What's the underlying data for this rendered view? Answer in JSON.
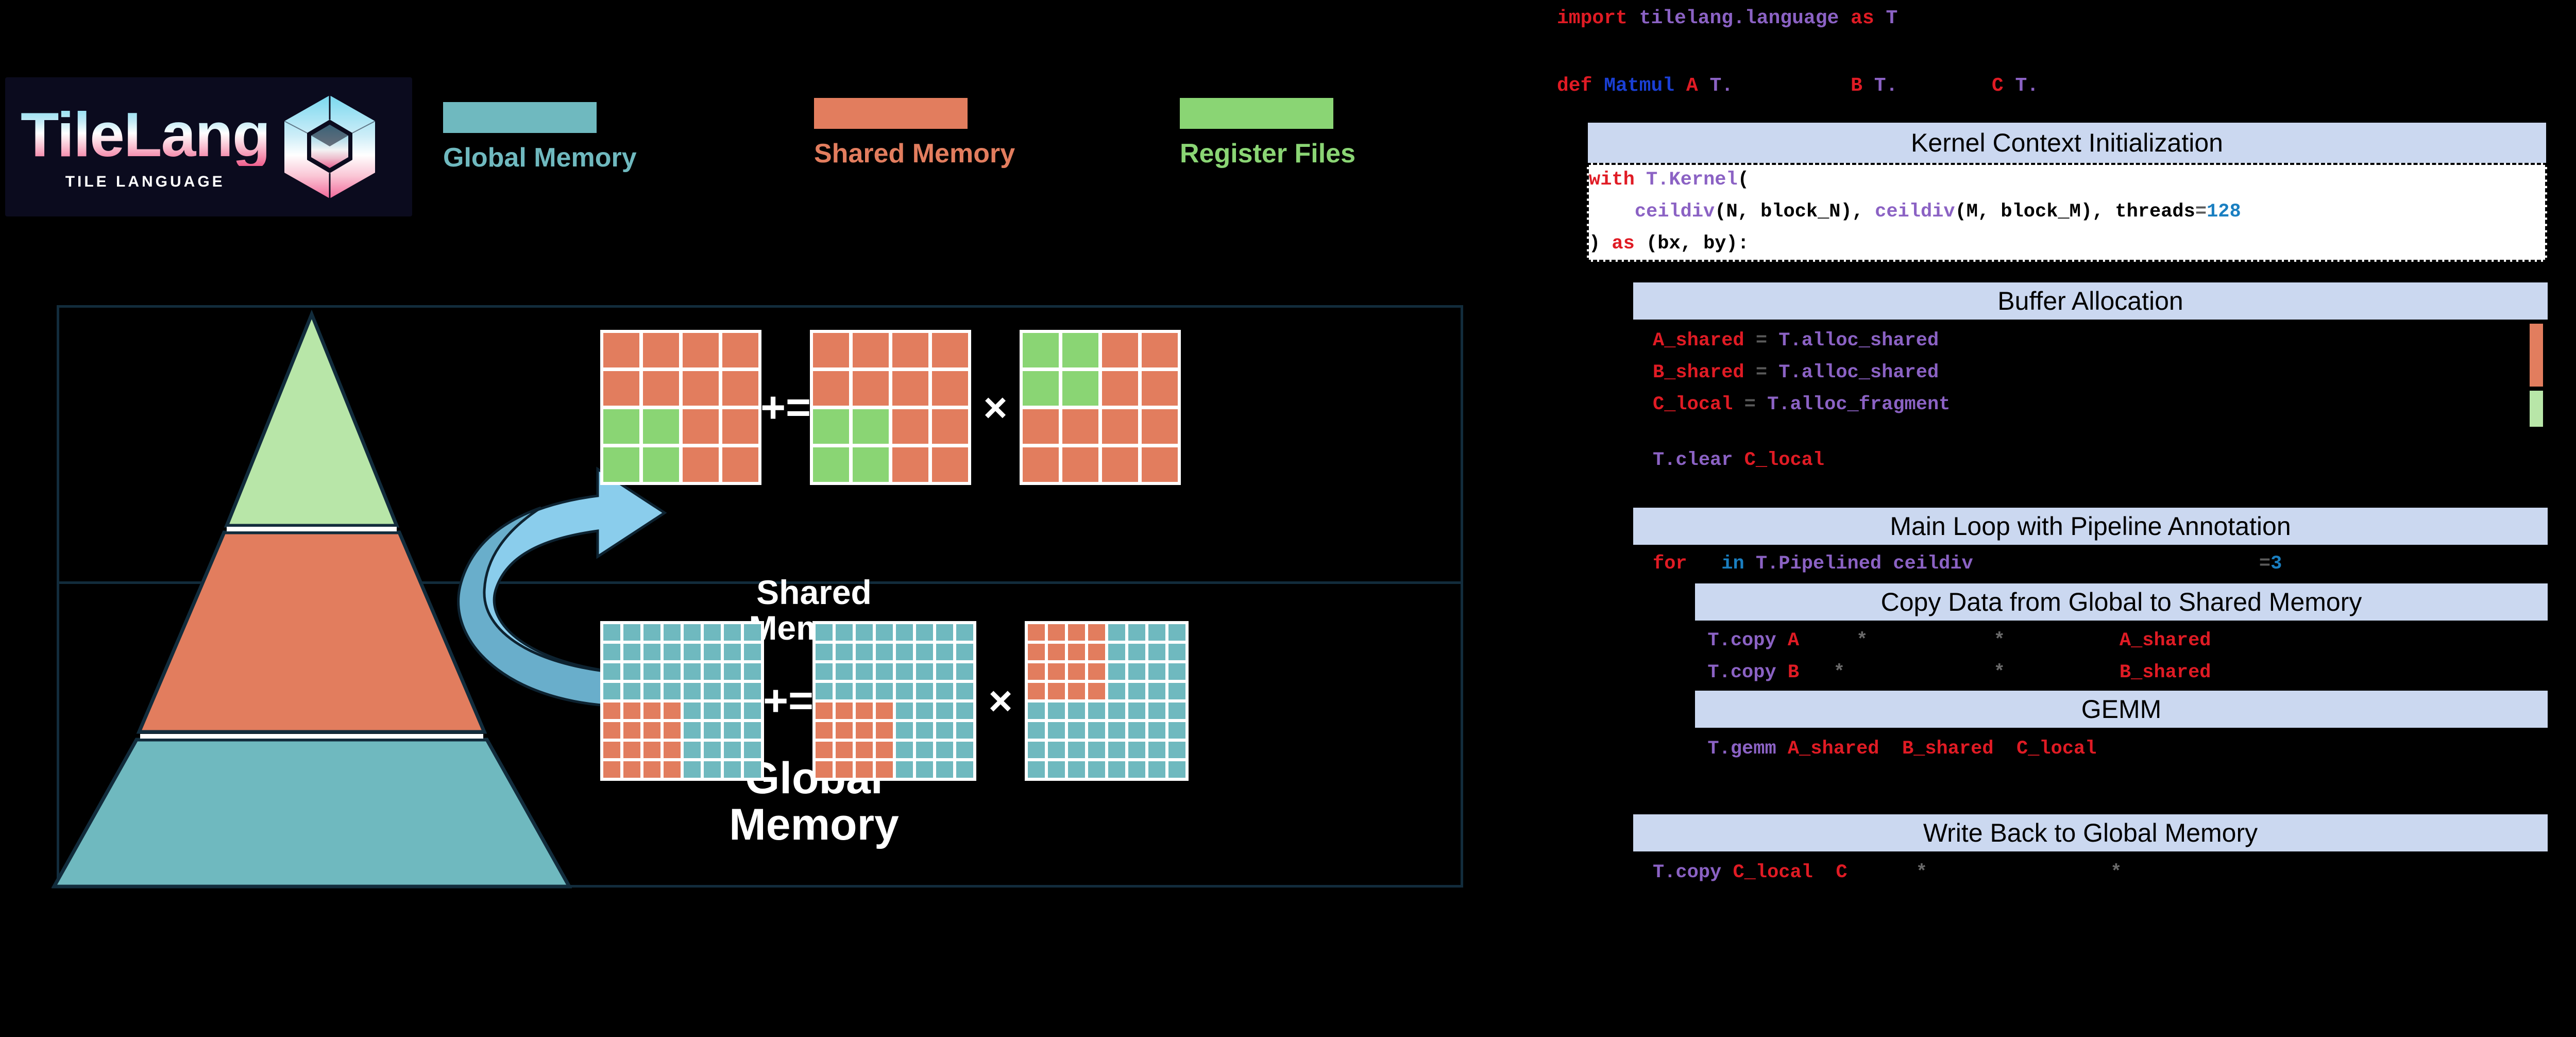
{
  "logo": {
    "wordmark": "TileLang",
    "subtitle": "TILE LANGUAGE",
    "icon": "hexagon-cube-icon"
  },
  "legend": {
    "items": [
      {
        "label": "Global Memory",
        "color": "#6fb9bf"
      },
      {
        "label": "Shared Memory",
        "color": "#e27d5e"
      },
      {
        "label": "Register Files",
        "color": "#8ad574"
      }
    ]
  },
  "pyramid": {
    "levels": [
      {
        "label": "Register\nFiles",
        "color": "#b8e6a8",
        "text_color": "#000000"
      },
      {
        "label": "Shared\nMemory",
        "color": "#e27d5e",
        "text_color": "#ffffff"
      },
      {
        "label": "Global\nMemory",
        "color": "#6fb9bf",
        "text_color": "#ffffff"
      }
    ],
    "arrow": {
      "name": "data-flow-arrow",
      "color_top": "#8acdec",
      "color_bottom": "#69aecb"
    }
  },
  "diagram": {
    "operators": {
      "accumulate": "+=",
      "multiply": "×"
    },
    "rows": [
      {
        "name": "register-tile-row",
        "grid": {
          "rows": 4,
          "cols": 4
        },
        "base_color": "#e27d5e",
        "accent_color": "#8ad574",
        "matrices": [
          {
            "name": "C-fragment",
            "accent_cells": [
              [
                2,
                0
              ],
              [
                2,
                1
              ],
              [
                3,
                0
              ],
              [
                3,
                1
              ]
            ]
          },
          {
            "name": "C-accum",
            "accent_cells": [
              [
                2,
                0
              ],
              [
                2,
                1
              ],
              [
                3,
                0
              ],
              [
                3,
                1
              ]
            ]
          },
          {
            "name": "A-fragment",
            "accent_cells": [
              [
                0,
                0
              ],
              [
                0,
                1
              ],
              [
                1,
                0
              ],
              [
                1,
                1
              ]
            ]
          }
        ]
      },
      {
        "name": "global-tile-row",
        "grid": {
          "rows": 8,
          "cols": 8
        },
        "base_color": "#6fb9bf",
        "accent_color": "#e27d5e",
        "matrices": [
          {
            "name": "C-global",
            "accent_cells": [
              [
                4,
                0
              ],
              [
                4,
                1
              ],
              [
                4,
                2
              ],
              [
                4,
                3
              ],
              [
                5,
                0
              ],
              [
                5,
                1
              ],
              [
                5,
                2
              ],
              [
                5,
                3
              ],
              [
                6,
                0
              ],
              [
                6,
                1
              ],
              [
                6,
                2
              ],
              [
                6,
                3
              ],
              [
                7,
                0
              ],
              [
                7,
                1
              ],
              [
                7,
                2
              ],
              [
                7,
                3
              ]
            ]
          },
          {
            "name": "C-global-acc",
            "accent_cells": [
              [
                4,
                0
              ],
              [
                4,
                1
              ],
              [
                4,
                2
              ],
              [
                4,
                3
              ],
              [
                5,
                0
              ],
              [
                5,
                1
              ],
              [
                5,
                2
              ],
              [
                5,
                3
              ],
              [
                6,
                0
              ],
              [
                6,
                1
              ],
              [
                6,
                2
              ],
              [
                6,
                3
              ],
              [
                7,
                0
              ],
              [
                7,
                1
              ],
              [
                7,
                2
              ],
              [
                7,
                3
              ]
            ]
          },
          {
            "name": "A-global",
            "accent_cells": [
              [
                0,
                0
              ],
              [
                0,
                1
              ],
              [
                0,
                2
              ],
              [
                0,
                3
              ],
              [
                1,
                0
              ],
              [
                1,
                1
              ],
              [
                1,
                2
              ],
              [
                1,
                3
              ],
              [
                2,
                0
              ],
              [
                2,
                1
              ],
              [
                2,
                2
              ],
              [
                2,
                3
              ],
              [
                3,
                0
              ],
              [
                3,
                1
              ],
              [
                3,
                2
              ],
              [
                3,
                3
              ]
            ]
          }
        ]
      }
    ]
  },
  "code": {
    "import_line": [
      {
        "t": "import",
        "c": "kw"
      },
      {
        "t": " ",
        "c": "plain"
      },
      {
        "t": "tilelang.language",
        "c": "fn"
      },
      {
        "t": " ",
        "c": "plain"
      },
      {
        "t": "as",
        "c": "kw"
      },
      {
        "t": " ",
        "c": "plain"
      },
      {
        "t": "T",
        "c": "fn"
      }
    ],
    "def_line": [
      {
        "t": "def",
        "c": "kw"
      },
      {
        "t": " ",
        "c": "plain"
      },
      {
        "t": "Matmul",
        "c": "defn"
      },
      {
        "t": " ",
        "c": "plain"
      },
      {
        "t": "A",
        "c": "var"
      },
      {
        "t": " ",
        "c": "plain"
      },
      {
        "t": "T.",
        "c": "fn"
      },
      {
        "t": "          ",
        "c": "plain"
      },
      {
        "t": "B",
        "c": "var"
      },
      {
        "t": " ",
        "c": "plain"
      },
      {
        "t": "T.",
        "c": "fn"
      },
      {
        "t": "        ",
        "c": "plain"
      },
      {
        "t": "C",
        "c": "var"
      },
      {
        "t": " ",
        "c": "plain"
      },
      {
        "t": "T.",
        "c": "fn"
      }
    ],
    "sections": [
      {
        "banner": "Kernel Context Initialization",
        "lines": [
          [
            {
              "t": "with",
              "c": "kw"
            },
            {
              "t": " ",
              "c": "plain"
            },
            {
              "t": "T.Kernel",
              "c": "fn"
            },
            {
              "t": "(",
              "c": "plain"
            }
          ],
          [
            {
              "t": "    ",
              "c": "plain"
            },
            {
              "t": "ceildiv",
              "c": "fn"
            },
            {
              "t": "(N, block_N), ",
              "c": "plain"
            },
            {
              "t": "ceildiv",
              "c": "fn"
            },
            {
              "t": "(M, block_M), threads",
              "c": "plain"
            },
            {
              "t": "=",
              "c": "op"
            },
            {
              "t": "128",
              "c": "num"
            }
          ],
          [
            {
              "t": ") ",
              "c": "plain"
            },
            {
              "t": "as",
              "c": "kw"
            },
            {
              "t": " (bx, by):",
              "c": "plain"
            }
          ]
        ]
      },
      {
        "banner": "Buffer Allocation",
        "lines": [
          [
            {
              "t": "A_shared",
              "c": "var"
            },
            {
              "t": " ",
              "c": "plain"
            },
            {
              "t": "=",
              "c": "op"
            },
            {
              "t": " ",
              "c": "plain"
            },
            {
              "t": "T.alloc_shared",
              "c": "fn"
            }
          ],
          [
            {
              "t": "B_shared",
              "c": "var"
            },
            {
              "t": " ",
              "c": "plain"
            },
            {
              "t": "=",
              "c": "op"
            },
            {
              "t": " ",
              "c": "plain"
            },
            {
              "t": "T.alloc_shared",
              "c": "fn"
            }
          ],
          [
            {
              "t": "C_local",
              "c": "var"
            },
            {
              "t": " ",
              "c": "plain"
            },
            {
              "t": "=",
              "c": "op"
            },
            {
              "t": " ",
              "c": "plain"
            },
            {
              "t": "T.alloc_fragment",
              "c": "fn"
            }
          ],
          [],
          [
            {
              "t": "T.clear",
              "c": "fn"
            },
            {
              "t": " ",
              "c": "plain"
            },
            {
              "t": "C_local",
              "c": "var"
            }
          ]
        ]
      },
      {
        "banner": "Main Loop with Pipeline Annotation",
        "lines": [
          [
            {
              "t": "for",
              "c": "kw"
            },
            {
              "t": "   ",
              "c": "plain"
            },
            {
              "t": "in",
              "c": "num"
            },
            {
              "t": " ",
              "c": "plain"
            },
            {
              "t": "T.Pipelined ceildiv",
              "c": "fn"
            },
            {
              "t": "                         ",
              "c": "plain"
            },
            {
              "t": "=",
              "c": "op"
            },
            {
              "t": "3",
              "c": "num"
            }
          ]
        ]
      },
      {
        "banner": "Copy Data from Global to Shared Memory",
        "lines": [
          [
            {
              "t": "  ",
              "c": "plain"
            },
            {
              "t": "T.copy",
              "c": "fn"
            },
            {
              "t": " ",
              "c": "plain"
            },
            {
              "t": "A",
              "c": "var"
            },
            {
              "t": "     ",
              "c": "plain"
            },
            {
              "t": "*",
              "c": "star"
            },
            {
              "t": "           ",
              "c": "plain"
            },
            {
              "t": "*",
              "c": "star"
            },
            {
              "t": "          ",
              "c": "plain"
            },
            {
              "t": "A_shared",
              "c": "var"
            }
          ],
          [
            {
              "t": "  ",
              "c": "plain"
            },
            {
              "t": "T.copy",
              "c": "fn"
            },
            {
              "t": " ",
              "c": "plain"
            },
            {
              "t": "B",
              "c": "var"
            },
            {
              "t": "   ",
              "c": "plain"
            },
            {
              "t": "*",
              "c": "star"
            },
            {
              "t": "             ",
              "c": "plain"
            },
            {
              "t": "*",
              "c": "star"
            },
            {
              "t": "          ",
              "c": "plain"
            },
            {
              "t": "B_shared",
              "c": "var"
            }
          ]
        ]
      },
      {
        "banner": "GEMM",
        "lines": [
          [
            {
              "t": "  ",
              "c": "plain"
            },
            {
              "t": "T.gemm",
              "c": "fn"
            },
            {
              "t": " ",
              "c": "plain"
            },
            {
              "t": "A_shared",
              "c": "var"
            },
            {
              "t": "  ",
              "c": "plain"
            },
            {
              "t": "B_shared",
              "c": "var"
            },
            {
              "t": "  ",
              "c": "plain"
            },
            {
              "t": "C_local",
              "c": "var"
            }
          ]
        ]
      },
      {
        "banner": "Write Back to Global Memory",
        "lines": [
          [
            {
              "t": "T.copy",
              "c": "fn"
            },
            {
              "t": " ",
              "c": "plain"
            },
            {
              "t": "C_local",
              "c": "var"
            },
            {
              "t": "  ",
              "c": "plain"
            },
            {
              "t": "C",
              "c": "var"
            },
            {
              "t": "      ",
              "c": "plain"
            },
            {
              "t": "*",
              "c": "star"
            },
            {
              "t": "                ",
              "c": "plain"
            },
            {
              "t": "*",
              "c": "star"
            }
          ]
        ]
      }
    ],
    "side_markers": [
      {
        "name": "shared-memory-marker",
        "color": "#e27d5e"
      },
      {
        "name": "register-file-marker",
        "color": "#b8e6a8"
      }
    ]
  }
}
